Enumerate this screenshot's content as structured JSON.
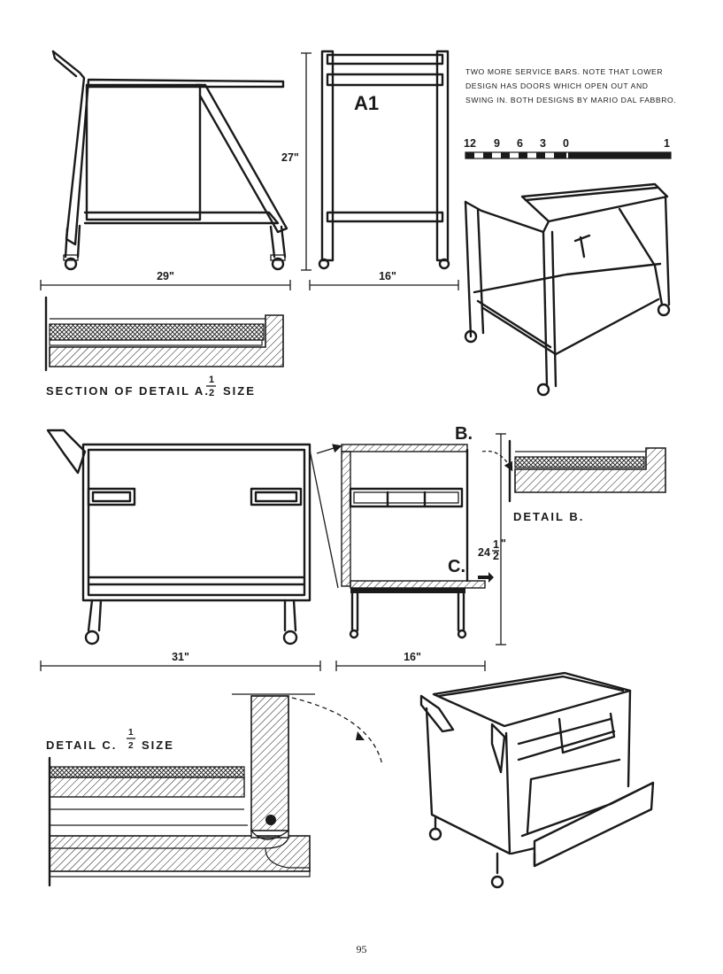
{
  "caption_lines": [
    "TWO MORE SERVICE BARS. NOTE THAT LOWER",
    "DESIGN HAS DOORS WHICH OPEN OUT AND",
    "SWING IN. BOTH DESIGNS BY MARIO DAL FABBRO."
  ],
  "scale_bar": {
    "ticks": [
      "12",
      "9",
      "6",
      "3",
      "0",
      "1"
    ]
  },
  "upper_design": {
    "height_label": "27\"",
    "side_width_label": "29\"",
    "front_width_label": "16\"",
    "detail_marker": "A1",
    "section_label": "SECTION OF DETAIL A.",
    "section_fraction_num": "1",
    "section_fraction_den": "2",
    "section_size": "SIZE"
  },
  "lower_design": {
    "width_label": "31\"",
    "side_width_label": "16\"",
    "height_label_whole": "24",
    "height_fraction_num": "1",
    "height_fraction_den": "2",
    "height_inch": "\"",
    "marker_b": "B.",
    "marker_c": "C.",
    "detail_b_label": "DETAIL B.",
    "detail_c_label": "DETAIL C.",
    "detail_c_fraction_num": "1",
    "detail_c_fraction_den": "2",
    "detail_c_size": "SIZE"
  },
  "page_number": "95",
  "colors": {
    "ink": "#1a1a1a",
    "paper": "#ffffff"
  }
}
